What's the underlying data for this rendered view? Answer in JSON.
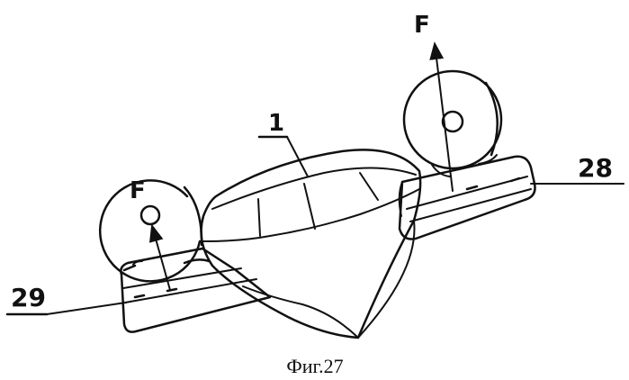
{
  "figure": {
    "caption": "Фиг.27",
    "labels": {
      "part_1": "1",
      "part_28": "28",
      "part_29": "29",
      "force_left": "F",
      "force_right": "F"
    },
    "ink_color": "#111111",
    "background_color": "#ffffff"
  }
}
